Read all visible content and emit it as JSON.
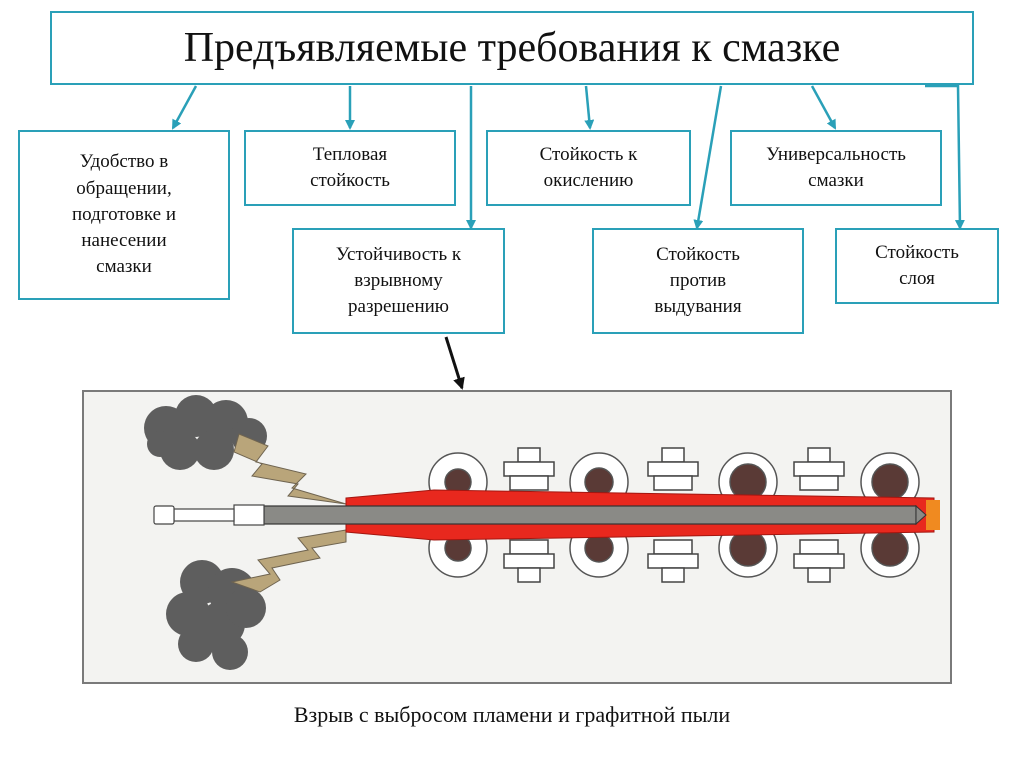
{
  "title": "Предъявляемые требования к смазке",
  "requirements": {
    "r1": "Удобство в\nобращении,\nподготовке и\nнанесении\nсмазки",
    "r2": "Тепловая\nстойкость",
    "r3": "Стойкость к\nокислению",
    "r4": "Универсальность\nсмазки",
    "r5": "Устойчивость к\nвзрывному\nразрешению",
    "r6": "Стойкость\nпротив\nвыдувания",
    "r7": "Стойкость\nслоя"
  },
  "caption": "Взрыв с выбросом пламени и графитной пыли",
  "colors": {
    "border": "#2aa0b8",
    "hot_tube": "#e8281e",
    "mandrel": "#8a8a86",
    "roll": "#5a3a36",
    "smoke": "#5e5e5e",
    "flash": "#b9a57a",
    "frame": "#7a7a7a"
  }
}
